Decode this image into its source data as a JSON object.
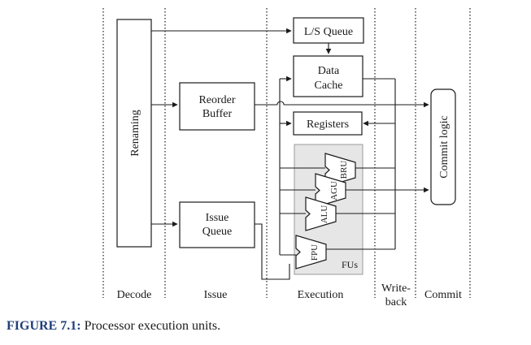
{
  "stages": {
    "decode": "Decode",
    "issue": "Issue",
    "execution": "Execution",
    "writeback_line1": "Write-",
    "writeback_line2": "back",
    "commit": "Commit"
  },
  "blocks": {
    "renaming": "Renaming",
    "ls_queue": "L/S Queue",
    "data_cache_line1": "Data",
    "data_cache_line2": "Cache",
    "reorder_line1": "Reorder",
    "reorder_line2": "Buffer",
    "registers": "Registers",
    "issue_queue_line1": "Issue",
    "issue_queue_line2": "Queue",
    "commit_logic": "Commit logic",
    "fus_label": "FUs"
  },
  "units": {
    "bru": "BRU",
    "agu": "AGU",
    "alu": "ALU",
    "fpu": "FPU"
  },
  "caption": {
    "label": "FIGURE 7.1:",
    "text": " Processor execution units."
  },
  "colors": {
    "line": "#1a1a1a",
    "fu_region": "#e6e6e6",
    "caption_label": "#1f3f7a"
  }
}
